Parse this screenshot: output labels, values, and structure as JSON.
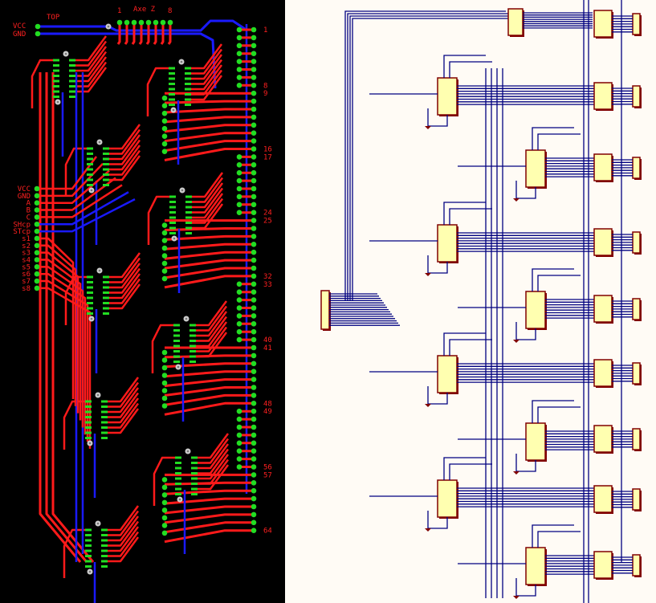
{
  "pcb": {
    "layer_label": "TOP",
    "header_label": "Axe Z",
    "header_pin_first": "1",
    "header_pin_last": "8",
    "left_connector_labels": [
      "VCC",
      "GND",
      "A",
      "B",
      "C",
      "SHcp",
      "STcp",
      "s1",
      "s2",
      "s3",
      "s4",
      "s5",
      "s6",
      "s7",
      "s8"
    ],
    "top_power_labels": [
      "VCC",
      "GND"
    ],
    "right_pin_labels": [
      "1",
      "8",
      "9",
      "16",
      "17",
      "24",
      "25",
      "32",
      "33",
      "40",
      "41",
      "48",
      "49",
      "56",
      "57",
      "64"
    ],
    "colors": {
      "background": "#000000",
      "top_trace": "#ff1a1a",
      "bottom_trace": "#1a1aff",
      "pad": "#22dd22",
      "label": "#ff2020"
    }
  },
  "schematic": {
    "colors": {
      "background": "#fffbf5",
      "wire": "#000080",
      "chip_fill": "#ffffb0",
      "chip_border": "#800000"
    },
    "shift_registers": 9,
    "driver_chips": 9,
    "output_connectors": 9,
    "input_connector_pins": 15
  }
}
